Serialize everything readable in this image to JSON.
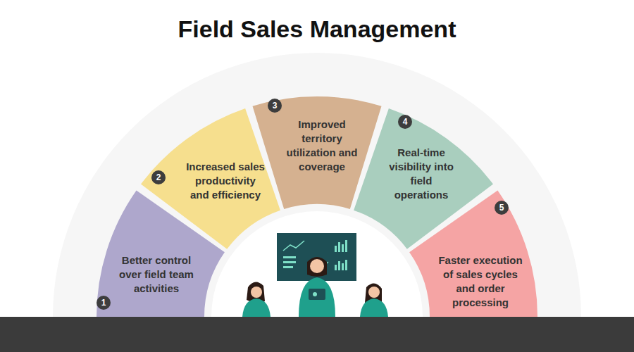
{
  "diagram": {
    "title": "Field Sales Management",
    "nodes": [
      {
        "text": [
          "Better control over field team activities"
        ]
      },
      {
        "text": [
          "Increased sales productivity and efficiency"
        ]
      },
      {
        "text": [
          "Improved territory utilization and coverage"
        ]
      },
      {
        "text": [
          "Real-time visibility into field operations"
        ]
      },
      {
        "text": [
          "Faster execution of sales cycles and order processing"
        ]
      }
    ],
    "labels": [
      "1",
      "2",
      "3",
      "4",
      "5"
    ]
  }
}
